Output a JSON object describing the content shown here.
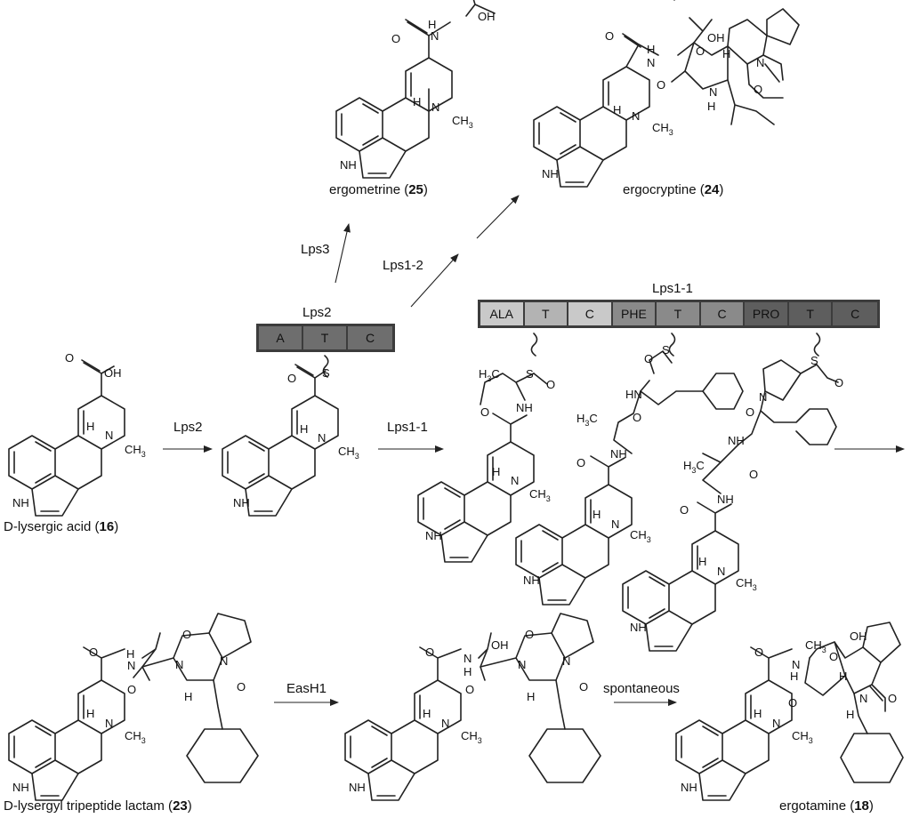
{
  "compounds": {
    "ergometrine": {
      "name": "ergometrine (",
      "num": "25",
      "close": ")"
    },
    "ergocryptine": {
      "name": "ergocryptine (",
      "num": "24",
      "close": ")"
    },
    "lysergic": {
      "name": "D-lysergic acid (",
      "num": "16",
      "close": ")"
    },
    "lactam": {
      "name": "D-lysergyl tripeptide lactam (",
      "num": "23",
      "close": ")"
    },
    "ergotamine": {
      "name": "ergotamine (",
      "num": "18",
      "close": ")"
    }
  },
  "enzymes": {
    "lps3": "Lps3",
    "lps1_2": "Lps1-2",
    "lps2_arrow": "Lps2",
    "lps1_1_arrow": "Lps1-1",
    "easH1": "EasH1",
    "spontaneous": "spontaneous"
  },
  "lps2_module": {
    "title": "Lps2",
    "domains": [
      {
        "label": "A",
        "color": "#6e6e6e"
      },
      {
        "label": "T",
        "color": "#6e6e6e"
      },
      {
        "label": "C",
        "color": "#6e6e6e"
      }
    ]
  },
  "lps1_module": {
    "title": "Lps1-1",
    "domains": [
      {
        "label": "ALA",
        "color": "#c9c9c9"
      },
      {
        "label": "T",
        "color": "#b3b3b3"
      },
      {
        "label": "C",
        "color": "#c9c9c9"
      },
      {
        "label": "PHE",
        "color": "#8a8a8a"
      },
      {
        "label": "T",
        "color": "#8a8a8a"
      },
      {
        "label": "C",
        "color": "#8a8a8a"
      },
      {
        "label": "PRO",
        "color": "#5e5e5e"
      },
      {
        "label": "T",
        "color": "#5e5e5e"
      },
      {
        "label": "C",
        "color": "#5e5e5e"
      }
    ]
  },
  "atoms": {
    "OH": "OH",
    "O": "O",
    "N": "N",
    "H": "H",
    "NH": "NH",
    "HN": "HN",
    "S": "S",
    "CH3": "CH",
    "sub3": "3",
    "H3C": "H",
    "H3C_sub": "3",
    "H3C_C": "C"
  }
}
